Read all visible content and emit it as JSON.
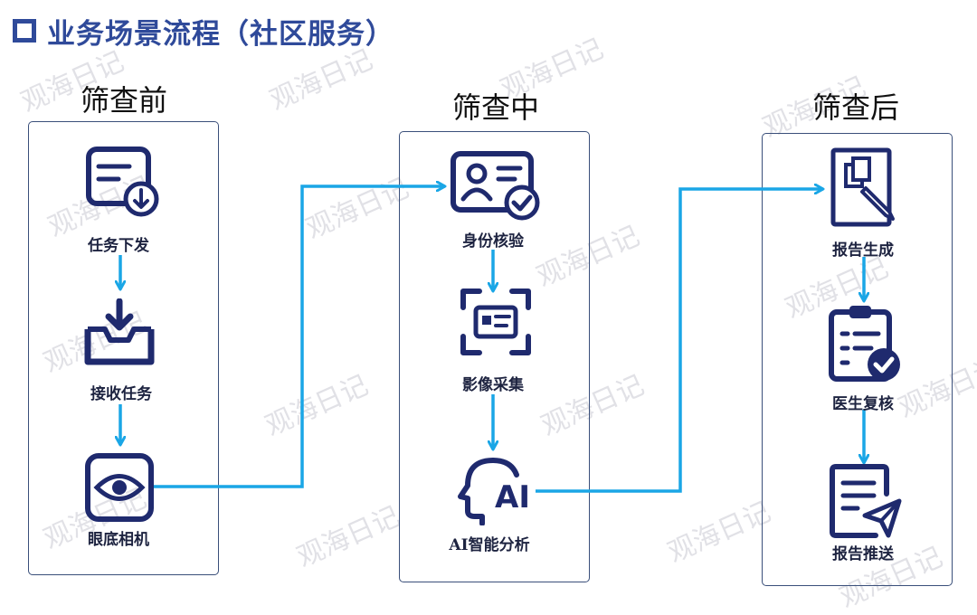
{
  "title": "业务场景流程（社区服务）",
  "phases": [
    {
      "label": "筛查前",
      "nodes": [
        {
          "label": "任务下发",
          "icon": "task-download-icon"
        },
        {
          "label": "接收任务",
          "icon": "inbox-download-icon"
        },
        {
          "label": "眼底相机",
          "icon": "eye-camera-icon"
        }
      ]
    },
    {
      "label": "筛查中",
      "nodes": [
        {
          "label": "身份核验",
          "icon": "id-card-check-icon"
        },
        {
          "label": "影像采集",
          "icon": "scan-card-icon"
        },
        {
          "label": "AI智能分析",
          "icon": "ai-head-icon"
        }
      ]
    },
    {
      "label": "筛查后",
      "nodes": [
        {
          "label": "报告生成",
          "icon": "report-pen-icon"
        },
        {
          "label": "医生复核",
          "icon": "clipboard-check-icon"
        },
        {
          "label": "报告推送",
          "icon": "report-send-icon"
        }
      ]
    }
  ],
  "watermark": "观海日记",
  "colors": {
    "title": "#2f4a9a",
    "icon": "#1f2a6e",
    "arrow": "#1aa6e6",
    "panel_border": "#3a4f7a"
  }
}
